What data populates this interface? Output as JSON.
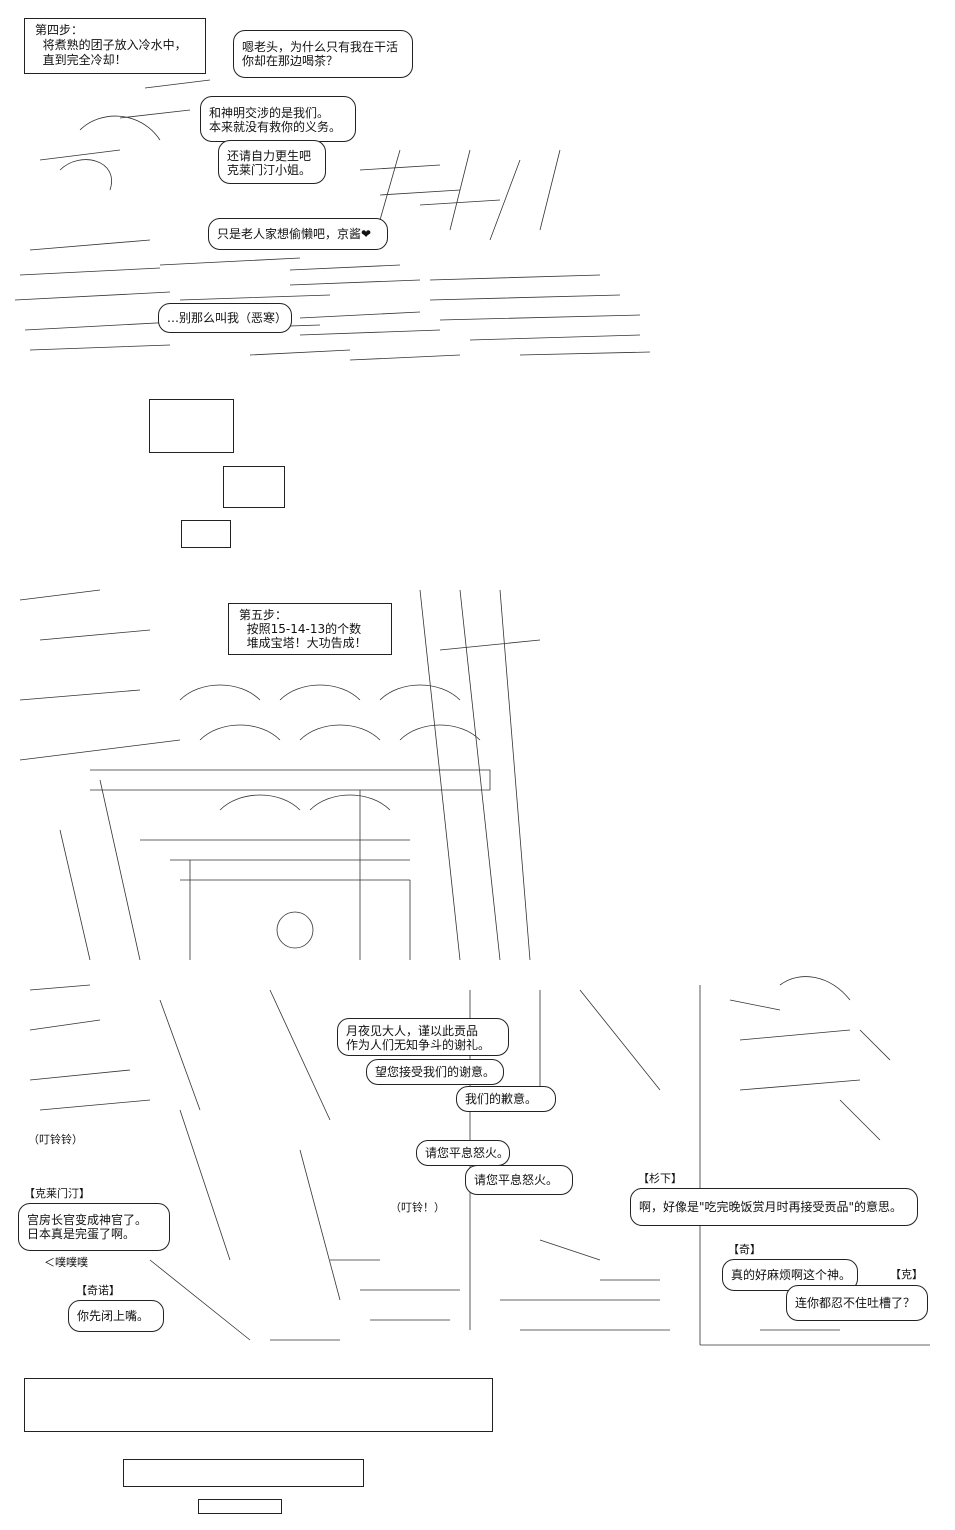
{
  "panel1": {
    "step_note": "第四步：\n  将煮熟的团子放入冷水中，\n  直到完全冷却！",
    "bubble_old_man": "嗯老头，为什么只有我在干活\n你却在那边喝茶？",
    "bubble_negotiate": "和神明交涉的是我们。\n本来就没有救你的义务。",
    "bubble_selfhelp": "还请自力更生吧\n克莱门汀小姐。",
    "bubble_lazy": "只是老人家想偷懒吧，京酱❤",
    "bubble_dont_call": "…别那么叫我（恶寒）"
  },
  "panel2": {
    "step_note": "第五步：\n  按照15-14-13的个数\n  堆成宝塔！大功告成！"
  },
  "panel3": {
    "bubble_moon": "月夜见大人，谨以此贡品\n作为人们无知争斗的谢礼。",
    "bubble_accept": "望您接受我们的谢意。",
    "bubble_apology": "我们的歉意。",
    "bubble_calm1": "请您平息怒火。",
    "bubble_calm2": "请您平息怒火。",
    "sfx_ring1": "（叮铃铃）",
    "sfx_ring2": "（叮铃！）",
    "name_clementine": "【克莱门汀】",
    "bubble_clementine": "宫房长官变成神官了。\n日本真是完蛋了啊。",
    "sfx_laugh": "＜噗噗噗",
    "name_kinuo": "【奇诺】",
    "bubble_shutup": "你先闭上嘴。",
    "name_sugishita": "【杉下】",
    "bubble_sugishita": "啊，好像是\"吃完晚饭赏月时再接受贡品\"的意思。",
    "name_ki": "【奇】",
    "bubble_ki": "真的好麻烦啊这个神。",
    "name_ku": "【克】",
    "bubble_ku": "连你都忍不住吐槽了？"
  }
}
